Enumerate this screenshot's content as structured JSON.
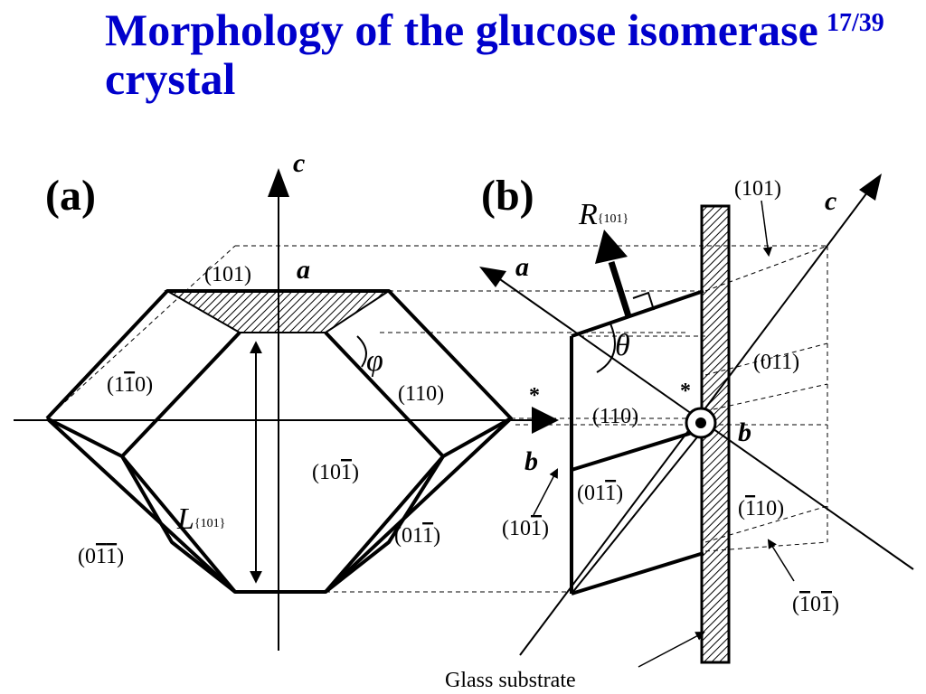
{
  "slide": {
    "title": "Morphology of the glucose isomerase crystal",
    "number": "17/39"
  },
  "colors": {
    "title": "#0000cc",
    "ink": "#000000",
    "background": "#ffffff"
  },
  "panel_a": {
    "label": "(a)",
    "axes": {
      "c": "c",
      "a": "a",
      "b": "b",
      "star": "*"
    },
    "angle": "φ",
    "length_label": {
      "main": "L",
      "sub": "{101}"
    },
    "faces": {
      "top_101": "(101)",
      "left_1bar10": "(1",
      "left_1bar10_bar": "1",
      "left_1bar10_end": "0)",
      "right_110": "(110)",
      "center_101bar": "(10",
      "center_101bar_bar": "1",
      "center_101bar_end": ")",
      "lower_left_01bar1bar": "(0",
      "lower_left_bar1": "1",
      "lower_left_bar2": "1",
      "lower_left_end": ")",
      "lower_right_011bar": "(01",
      "lower_right_bar": "1",
      "lower_right_end": ")"
    }
  },
  "panel_b": {
    "label": "(b)",
    "axes": {
      "c": "c",
      "a": "a",
      "b": "b",
      "star": "*"
    },
    "angle": "θ",
    "rate_label": {
      "main": "R",
      "sub": "{101}"
    },
    "faces": {
      "f101": "(101)",
      "f011": "(011)",
      "f110": "(110)",
      "f011bar_a": "(01",
      "f011bar_bar": "1",
      "f011bar_end": ")",
      "f101bar_a": "(10",
      "f101bar_bar": "1",
      "f101bar_end": ")",
      "f1bar10_a": "(",
      "f1bar10_bar": "1",
      "f1bar10_end": "10)",
      "f1bar01bar_a": "(",
      "f1bar01bar_bar1": "1",
      "f1bar01bar_mid": "0",
      "f1bar01bar_bar2": "1",
      "f1bar01bar_end": ")"
    },
    "substrate_label": "Glass substrate"
  }
}
